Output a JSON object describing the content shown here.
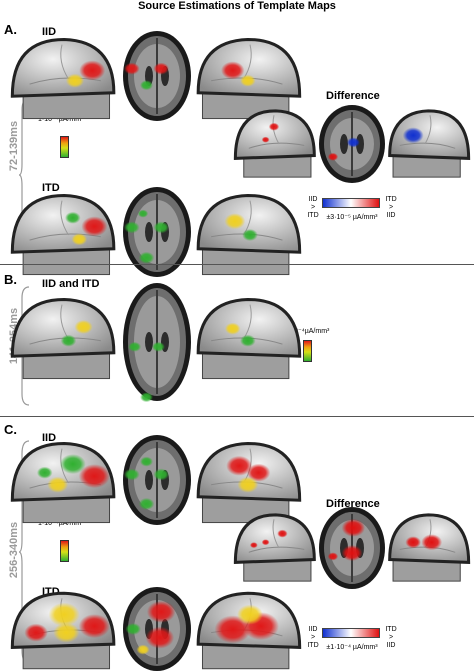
{
  "title": "Source Estimations of Template Maps",
  "panels": {
    "a": {
      "letter": "A.",
      "time": "72-139ms",
      "iid_label": "IID",
      "itd_label": "ITD",
      "difference_label": "Difference",
      "scale_label": "1·10⁻⁴µA/mm³",
      "diff_scale": "±3·10⁻⁵ µA/mm³",
      "left_legend": [
        "IID",
        ">",
        "ITD"
      ],
      "right_legend": [
        "ITD",
        ">",
        "IID"
      ]
    },
    "b": {
      "letter": "B.",
      "time": "141-254ms",
      "label": "IID and ITD",
      "scale_label": "1·10⁻⁴µA/mm³"
    },
    "c": {
      "letter": "C.",
      "time": "256-340ms",
      "iid_label": "IID",
      "itd_label": "ITD",
      "difference_label": "Difference",
      "scale_label": "1·10⁻⁴µA/mm³",
      "diff_scale": "±1·10⁻⁴ µA/mm³",
      "left_legend": [
        "IID",
        ">",
        "ITD"
      ],
      "right_legend": [
        "ITD",
        ">",
        "IID"
      ]
    }
  },
  "colors": {
    "activation_high": "#e01818",
    "activation_mid": "#f0d020",
    "activation_low": "#30b030",
    "diff_positive": "#e01010",
    "diff_negative": "#1030d0"
  }
}
